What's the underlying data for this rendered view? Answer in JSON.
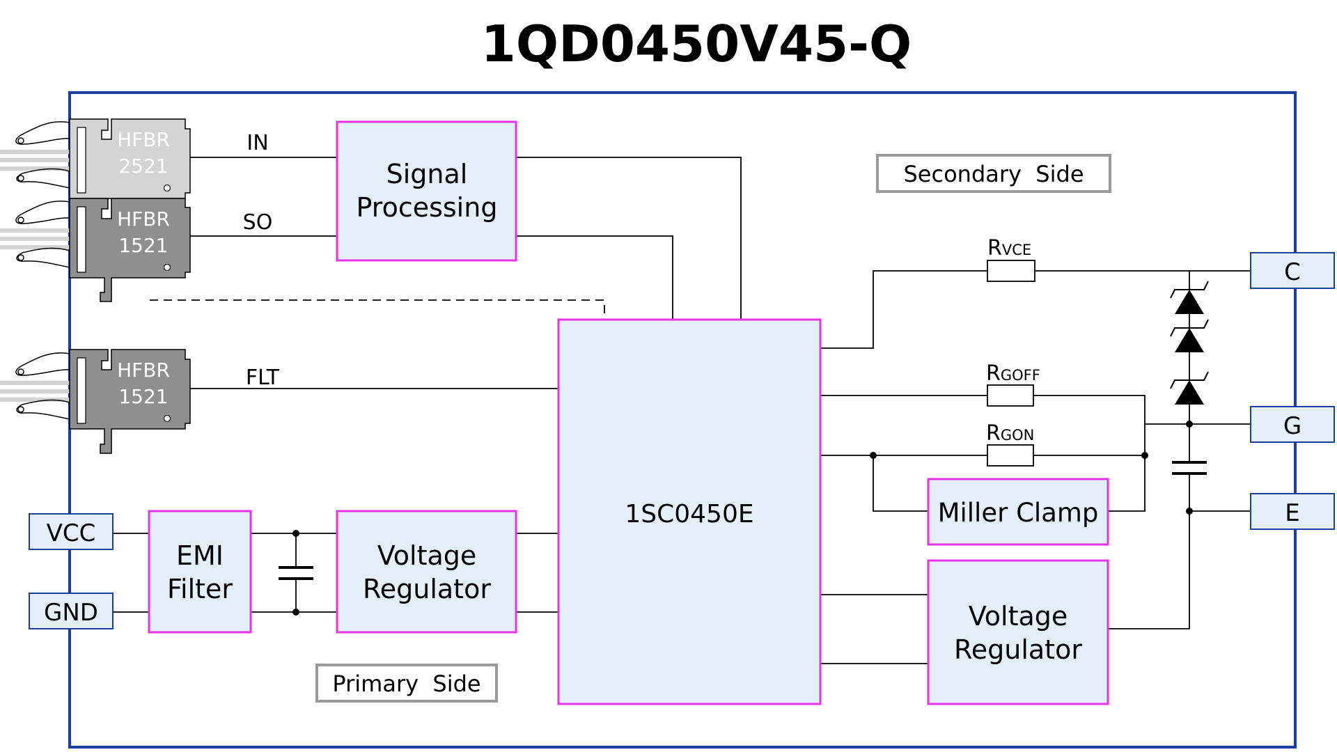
{
  "title": "1QD0450V45-Q",
  "colors": {
    "frame": "#1a3f9c",
    "block_border": "#e832e8",
    "block_fill": "#e4eff9",
    "side_label_border": "#9a9a9a",
    "fiber_light": "#d4d4d4",
    "fiber_dark": "#8f8f8f"
  },
  "side_labels": {
    "secondary": "Secondary  Side",
    "primary": "Primary  Side"
  },
  "fiber_optics": [
    {
      "line1": "HFBR",
      "line2": "2521",
      "signal": "IN"
    },
    {
      "line1": "HFBR",
      "line2": "1521",
      "signal": "SO"
    },
    {
      "line1": "HFBR",
      "line2": "1521",
      "signal": "FLT"
    }
  ],
  "blocks": {
    "signal_processing": {
      "line1": "Signal",
      "line2": "Processing"
    },
    "driver_core": "1SC0450E",
    "emi_filter": {
      "line1": "EMI",
      "line2": "Filter"
    },
    "voltage_regulator_primary": {
      "line1": "Voltage",
      "line2": "Regulator"
    },
    "voltage_regulator_secondary": {
      "line1": "Voltage",
      "line2": "Regulator"
    },
    "miller_clamp": "Miller Clamp"
  },
  "terminals": {
    "vcc": "VCC",
    "gnd": "GND",
    "c": "C",
    "g": "G",
    "e": "E"
  },
  "resistors": [
    {
      "main": "R",
      "sub": "VCE"
    },
    {
      "main": "R",
      "sub": "GOFF"
    },
    {
      "main": "R",
      "sub": "GON"
    }
  ]
}
